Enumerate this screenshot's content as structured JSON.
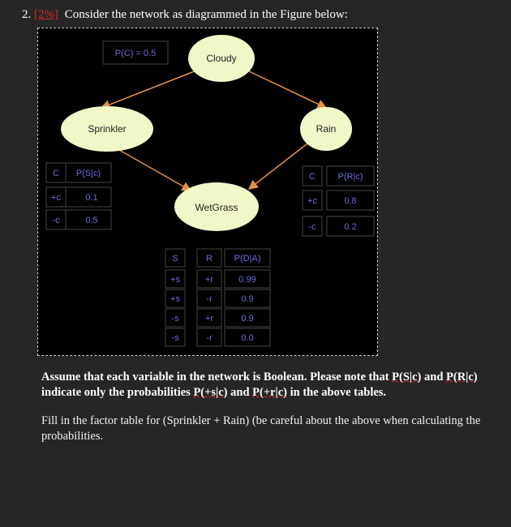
{
  "question": {
    "number": "2.",
    "weight": "[2%]",
    "prompt": "Consider the network as diagrammed in the Figure below:"
  },
  "figure": {
    "nodes": {
      "cloudy": "Cloudy",
      "sprinkler": "Sprinkler",
      "rain": "Rain",
      "wetgrass": "WetGrass"
    },
    "cloudy_cpt": "P(C) = 0.5",
    "sprinkler_cpt": {
      "headers": [
        "C",
        "P(S|c)"
      ],
      "rows": [
        [
          "+c",
          "0.1"
        ],
        [
          "-c",
          "0.5"
        ]
      ]
    },
    "rain_cpt": {
      "headers": [
        "C",
        "P(R|c)"
      ],
      "rows": [
        [
          "+c",
          "0.8"
        ],
        [
          "-c",
          "0.2"
        ]
      ]
    },
    "wetgrass_cpt": {
      "headers": [
        "S",
        "R",
        "P(D|A)"
      ],
      "rows": [
        [
          "+s",
          "+r",
          "0.99"
        ],
        [
          "+s",
          "-r",
          "0.9"
        ],
        [
          "-s",
          "+r",
          "0.9"
        ],
        [
          "-s",
          "-r",
          "0.0"
        ]
      ]
    },
    "colors": {
      "node_fill": "#f1f8c8",
      "edge": "#e8913f",
      "cpt_text": "#6d6de0",
      "cpt_border": "#444444"
    }
  },
  "note": {
    "p1": "Assume that each variable in the network is Boolean. Please note that ",
    "ps": "P(S|c)",
    "p2": " and ",
    "pr": "P(R|c)",
    "p3": " indicate only the probabilities ",
    "pps": "P(+s|c)",
    "p4": " and ",
    "ppr": "P(+r|c)",
    "p5": " in the above tables."
  },
  "task": "Fill in the factor table for (Sprinkler + Rain) (be careful about the above when calculating the probabilities."
}
